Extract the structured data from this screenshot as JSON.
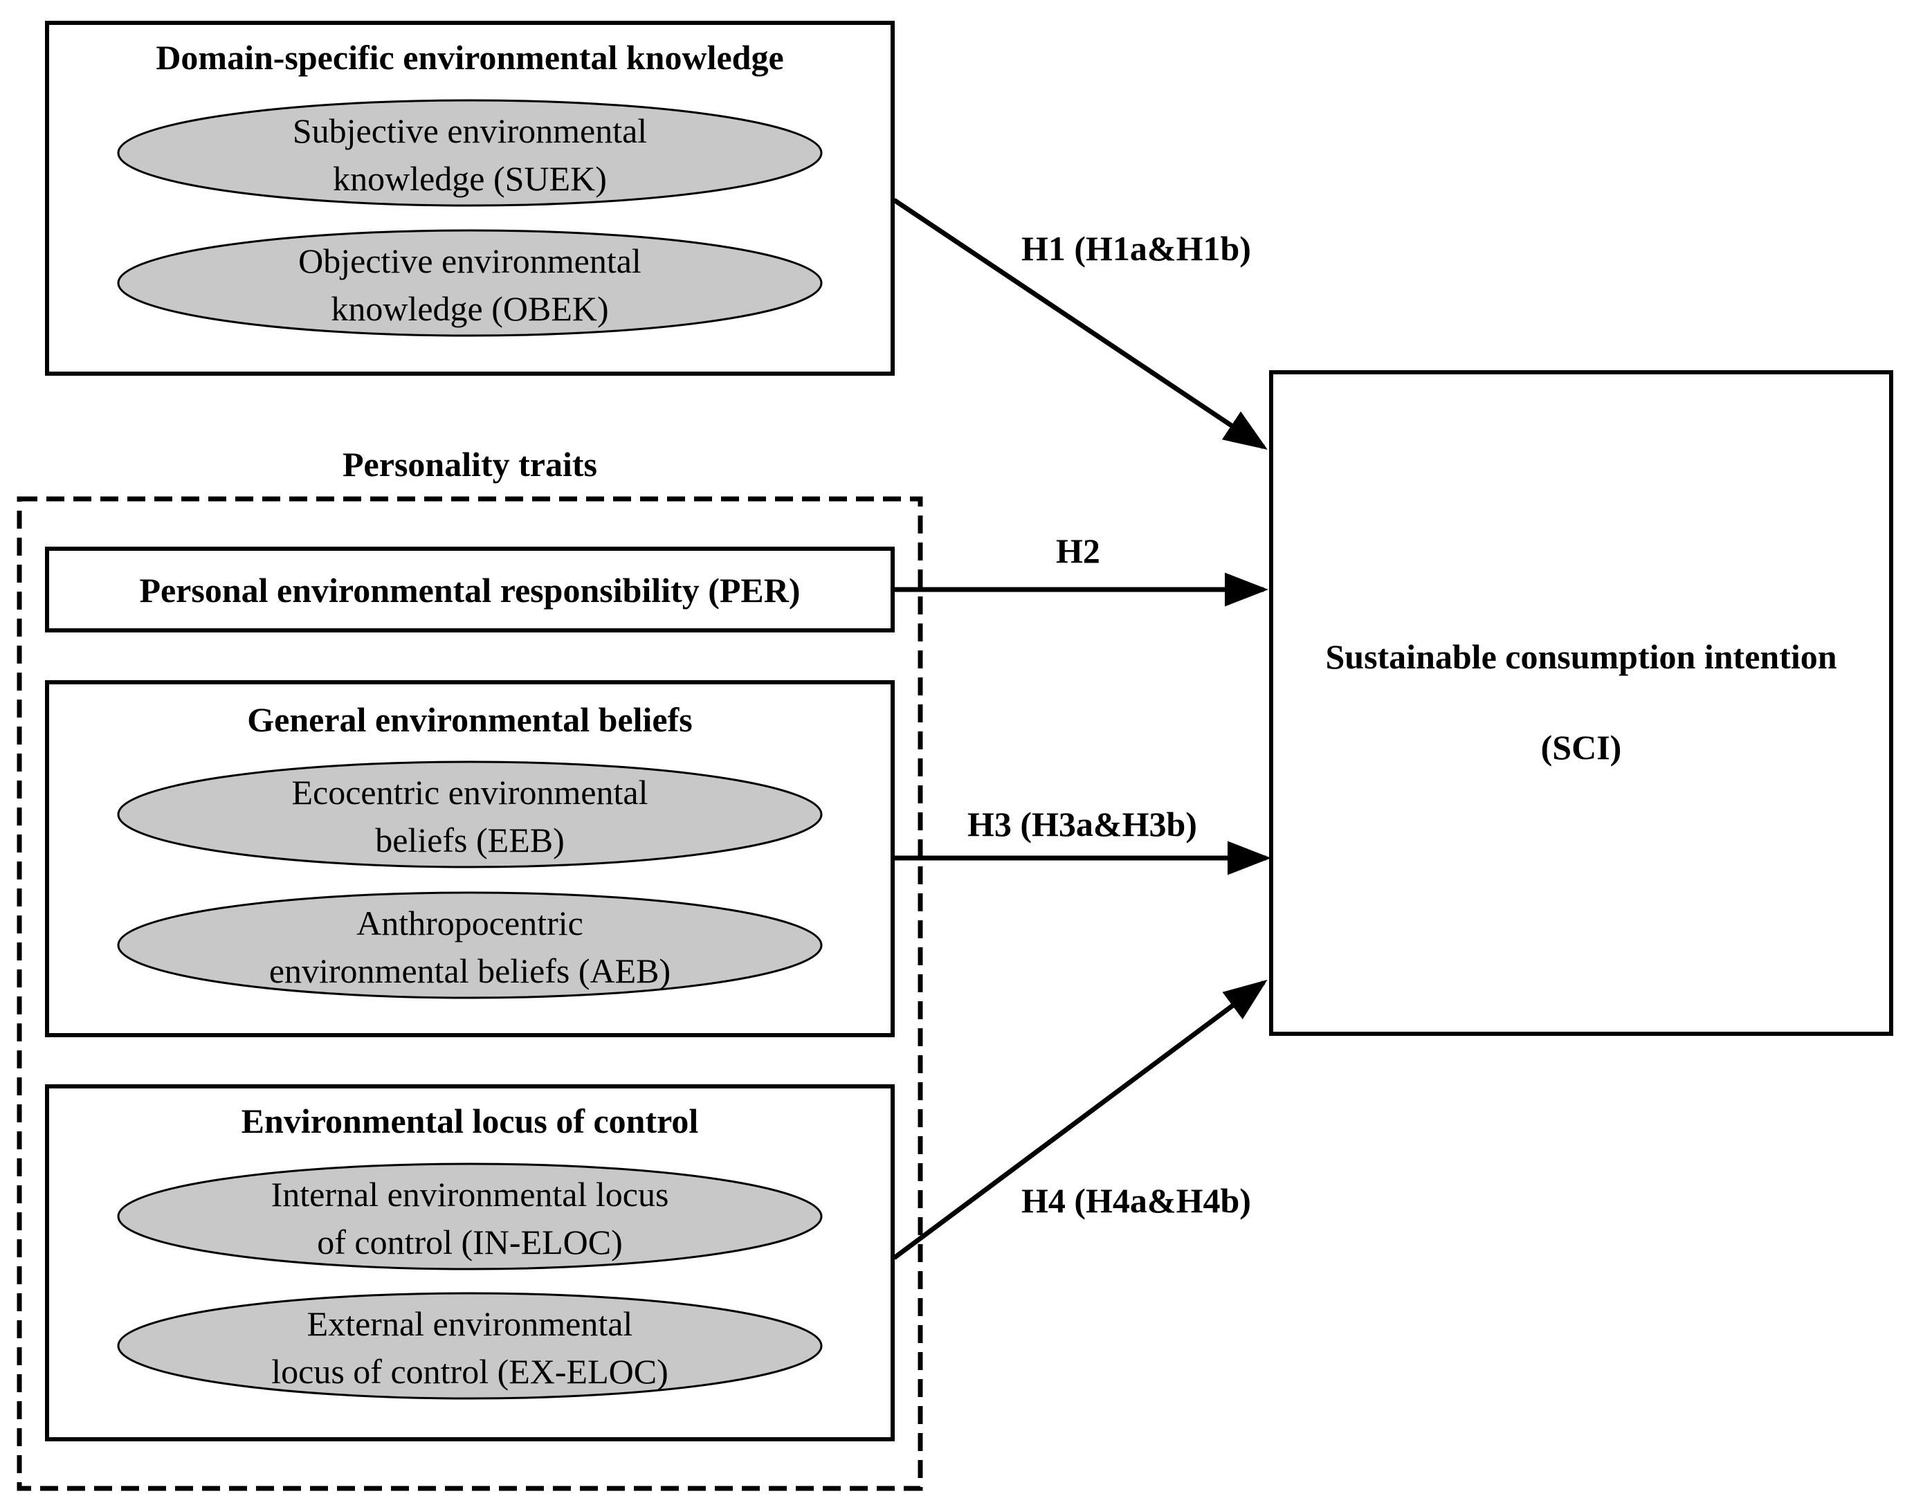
{
  "diagram": {
    "knowledge_group": {
      "title": "Domain-specific environmental knowledge",
      "items": [
        {
          "line1": "Subjective environmental",
          "line2": "knowledge (SUEK)"
        },
        {
          "line1": "Objective environmental",
          "line2": "knowledge (OBEK)"
        }
      ]
    },
    "personality_group": {
      "title": "Personality traits",
      "per": "Personal environmental responsibility (PER)",
      "beliefs": {
        "title": "General environmental beliefs",
        "items": [
          {
            "line1": "Ecocentric environmental",
            "line2": "beliefs (EEB)"
          },
          {
            "line1": "Anthropocentric",
            "line2": "environmental beliefs (AEB)"
          }
        ]
      },
      "locus": {
        "title": "Environmental locus of control",
        "items": [
          {
            "line1": "Internal environmental locus",
            "line2": "of control (IN-ELOC)"
          },
          {
            "line1": "External environmental",
            "line2": "locus of control (EX-ELOC)"
          }
        ]
      }
    },
    "outcome": {
      "line1": "Sustainable consumption intention",
      "line2": "(SCI)"
    },
    "hypotheses": {
      "h1": "H1 (H1a&H1b)",
      "h2": "H2",
      "h3": "H3 (H3a&H3b)",
      "h4": "H4 (H4a&H4b)"
    },
    "colors": {
      "oval_fill": "#c8c8c8",
      "stroke": "#000000"
    }
  }
}
